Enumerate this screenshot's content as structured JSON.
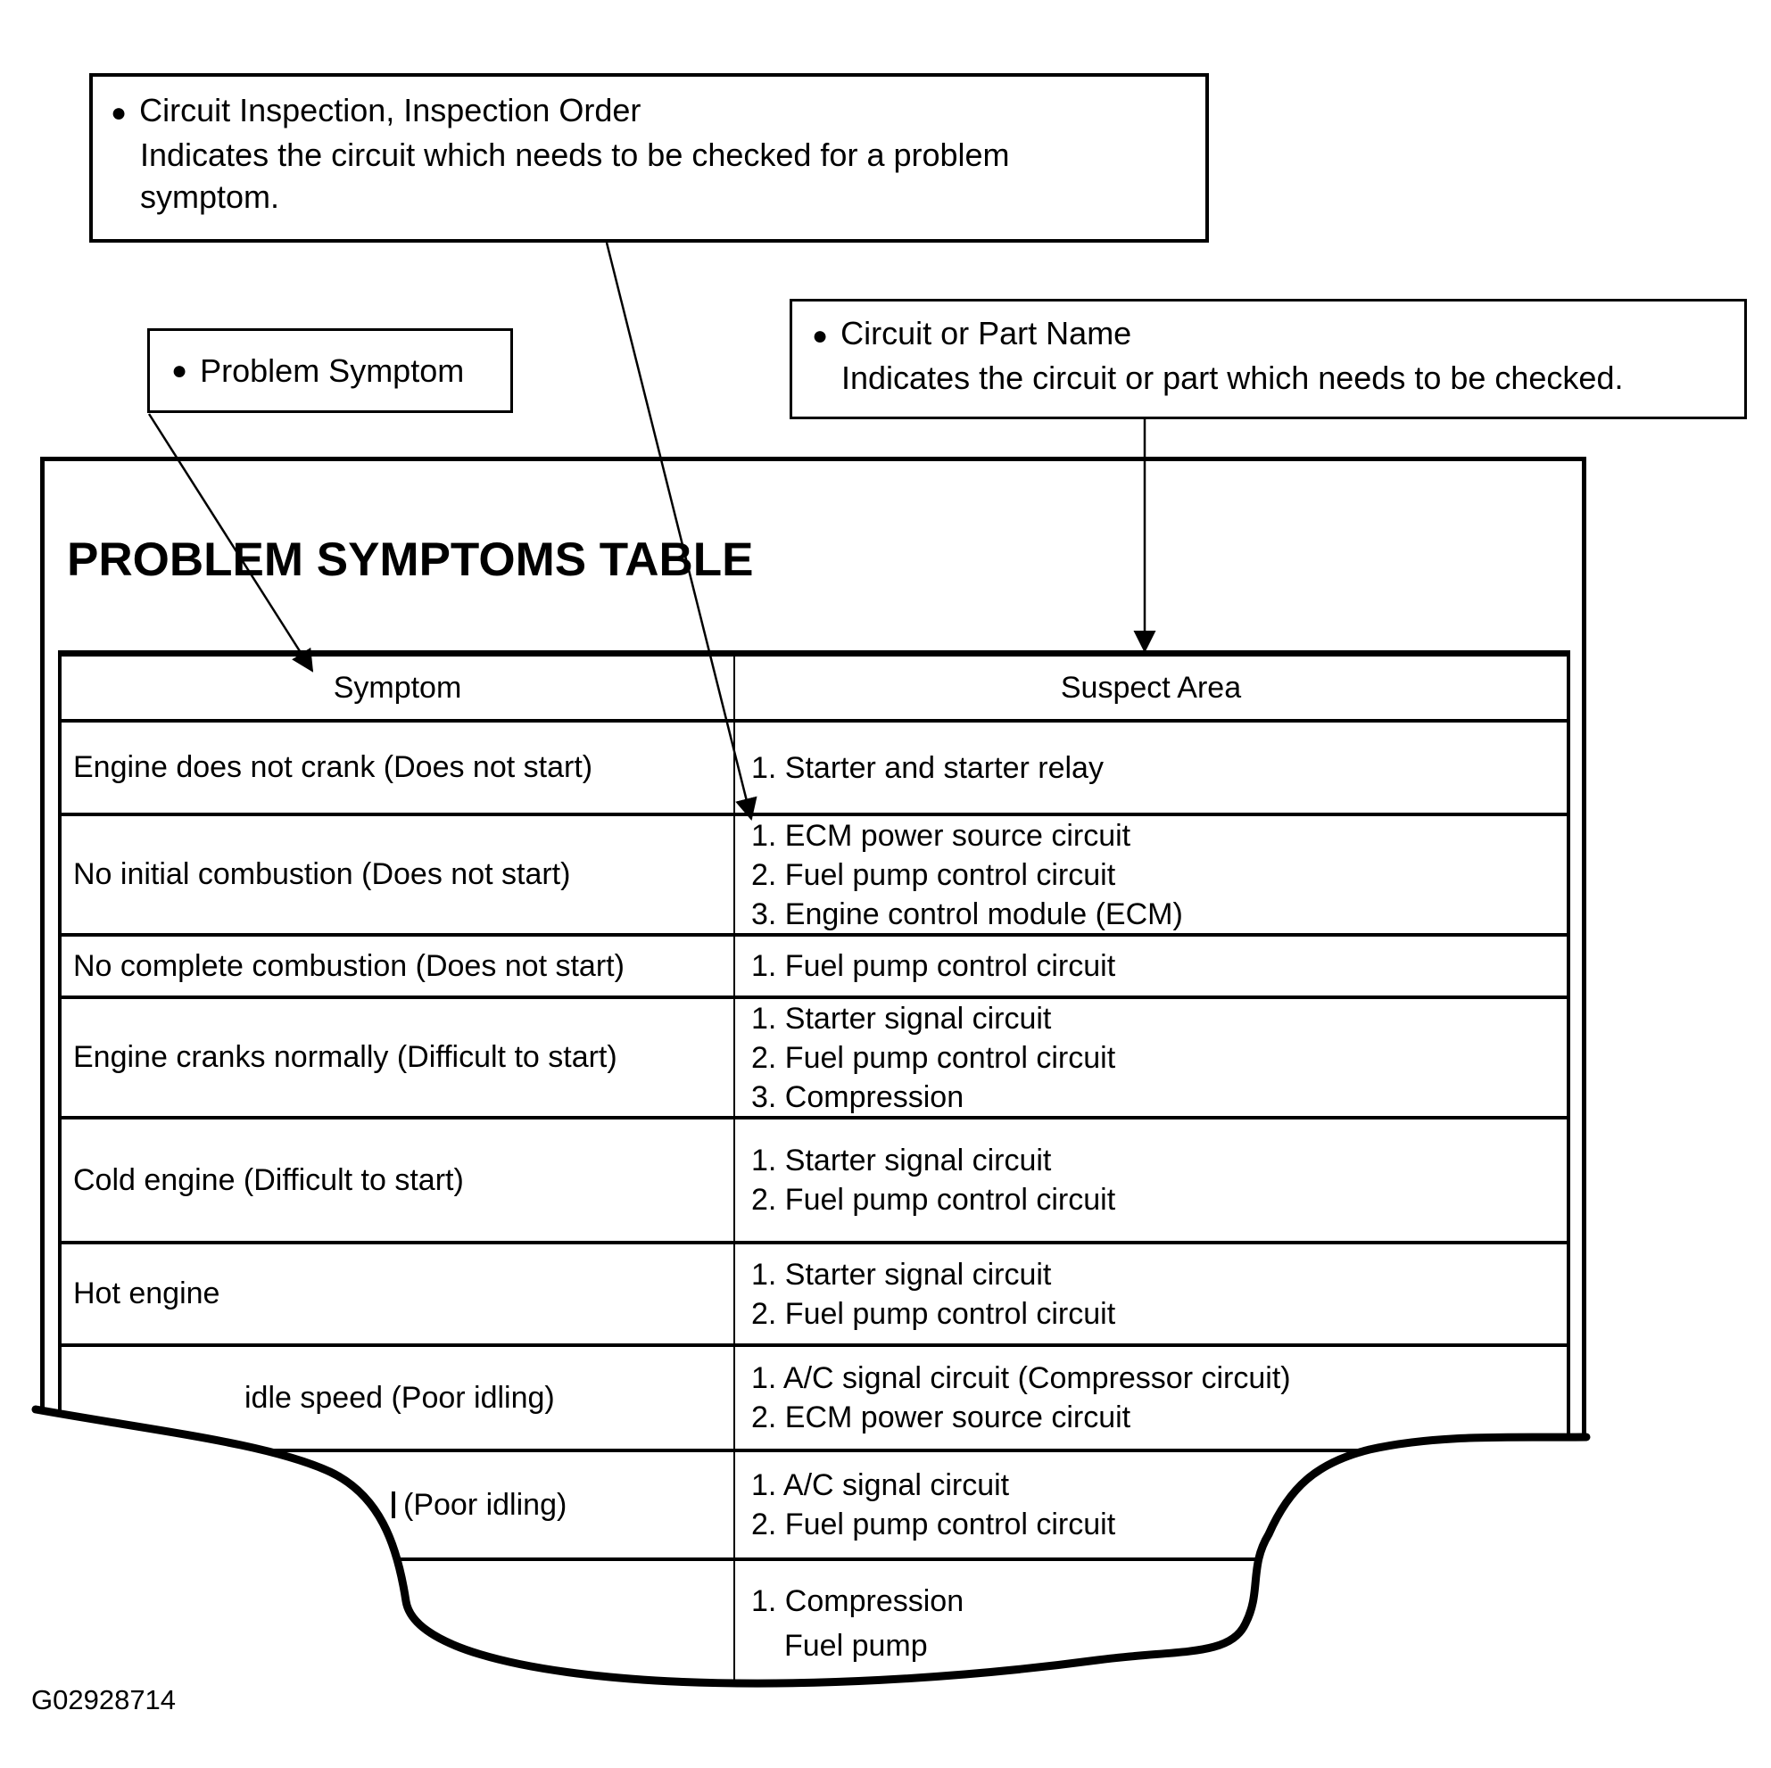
{
  "figure_code": "G02928714",
  "callouts": {
    "circuit_inspection": {
      "bullet": "●",
      "title": "Circuit Inspection, Inspection Order",
      "description_lines": [
        "Indicates the circuit which needs to be checked for a problem",
        "symptom."
      ]
    },
    "problem_symptom": {
      "bullet": "●",
      "title": "Problem Symptom"
    },
    "circuit_or_part": {
      "bullet": "●",
      "title": "Circuit or Part Name",
      "description": "Indicates the circuit or part which needs to be checked."
    }
  },
  "table": {
    "title": "PROBLEM SYMPTOMS TABLE",
    "columns": [
      "Symptom",
      "Suspect Area"
    ],
    "rows": [
      {
        "symptom": "Engine does not crank (Does not start)",
        "suspect_areas": [
          "1. Starter and starter relay"
        ]
      },
      {
        "symptom": "No initial combustion (Does not start)",
        "suspect_areas": [
          "1. ECM power source circuit",
          "2. Fuel pump control circuit",
          "3. Engine control module (ECM)"
        ]
      },
      {
        "symptom": "No complete combustion (Does not start)",
        "suspect_areas": [
          "1. Fuel pump control circuit"
        ]
      },
      {
        "symptom": "Engine cranks normally (Difficult to start)",
        "suspect_areas": [
          "1. Starter signal circuit",
          "2. Fuel pump control circuit",
          "3. Compression"
        ]
      },
      {
        "symptom": "Cold engine (Difficult to start)",
        "suspect_areas": [
          "1. Starter signal circuit",
          "2. Fuel pump control circuit"
        ]
      },
      {
        "symptom": "Hot engine",
        "suspect_areas": [
          "1. Starter signal circuit",
          "2. Fuel pump control circuit"
        ]
      },
      {
        "symptom": "idle speed (Poor idling)",
        "suspect_areas": [
          "1. A/C signal circuit (Compressor circuit)",
          "2. ECM power source circuit"
        ]
      },
      {
        "symptom": "(Poor idling)",
        "suspect_areas": [
          "1. A/C signal circuit",
          "2. Fuel pump control circuit"
        ]
      },
      {
        "symptom": "",
        "suspect_areas": [
          "1. Compression",
          "Fuel pump"
        ]
      }
    ]
  }
}
